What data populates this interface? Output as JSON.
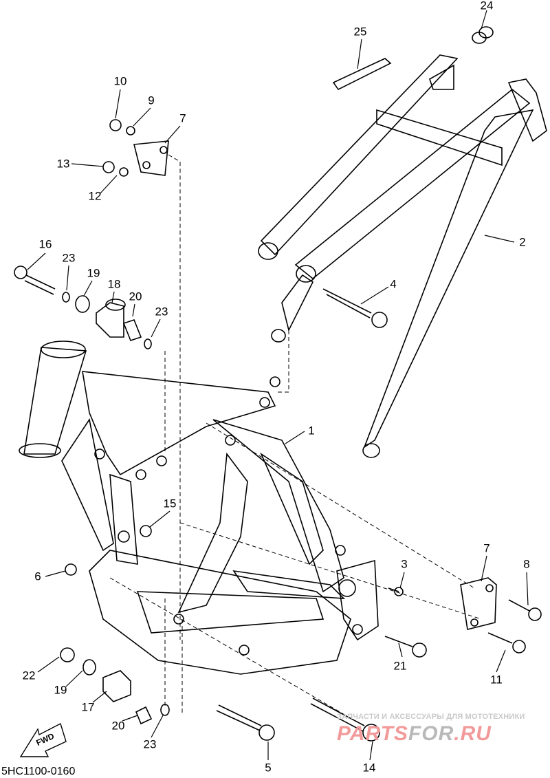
{
  "diagram": {
    "code": "5HC1100-0160",
    "fwd_label": "FWD",
    "callouts": [
      "24",
      "25",
      "10",
      "9",
      "7",
      "13",
      "12",
      "16",
      "23",
      "19",
      "18",
      "20",
      "23",
      "2",
      "4",
      "1",
      "15",
      "6",
      "7",
      "8",
      "3",
      "21",
      "11",
      "22",
      "19",
      "17",
      "20",
      "23",
      "5",
      "14"
    ]
  },
  "watermark": {
    "tagline": "ЗАПЧАСТИ И АКСЕССУАРЫ ДЛЯ МОТОТЕХНИКИ",
    "brand_part1": "PARTS",
    "brand_part2": "FOR",
    "brand_part3": ".RU"
  }
}
